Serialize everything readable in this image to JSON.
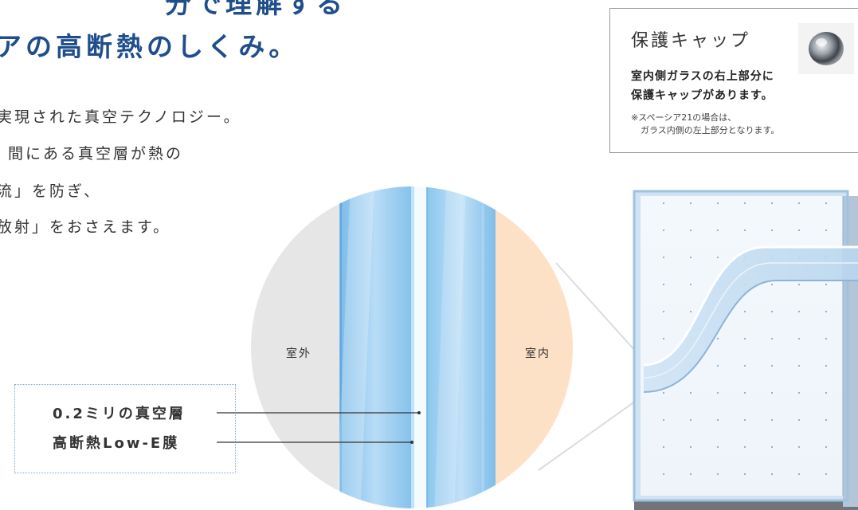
{
  "heading": {
    "line1": "分で理解する",
    "line2": "アの高断熱のしくみ。"
  },
  "body_text": {
    "line1": "実現された真空テクノロジー。",
    "line2": "間にある真空層が熱の",
    "line3": "流」を防ぎ、",
    "line4": "放射」をおさえます。"
  },
  "cap_box": {
    "title": "保護キャップ",
    "desc1": "室内側ガラスの右上部分に",
    "desc2": "保護キャップがあります。",
    "note1": "※スペーシア21の場合は、",
    "note2": "ガラス内側の左上部分となります。"
  },
  "diagram": {
    "outdoor": "室外",
    "indoor": "室内",
    "label_vacuum": "0.2ミリの真空層",
    "label_lowe": "高断熱Low-E膜"
  },
  "colors": {
    "heading": "#1f4e8c",
    "outdoor_zone": "#e6e6e6",
    "indoor_zone": "#fde1c6",
    "glass": "#9fcdf0",
    "label_border": "#7fa7cf"
  },
  "icons": {
    "cap": "protective-cap-icon"
  }
}
